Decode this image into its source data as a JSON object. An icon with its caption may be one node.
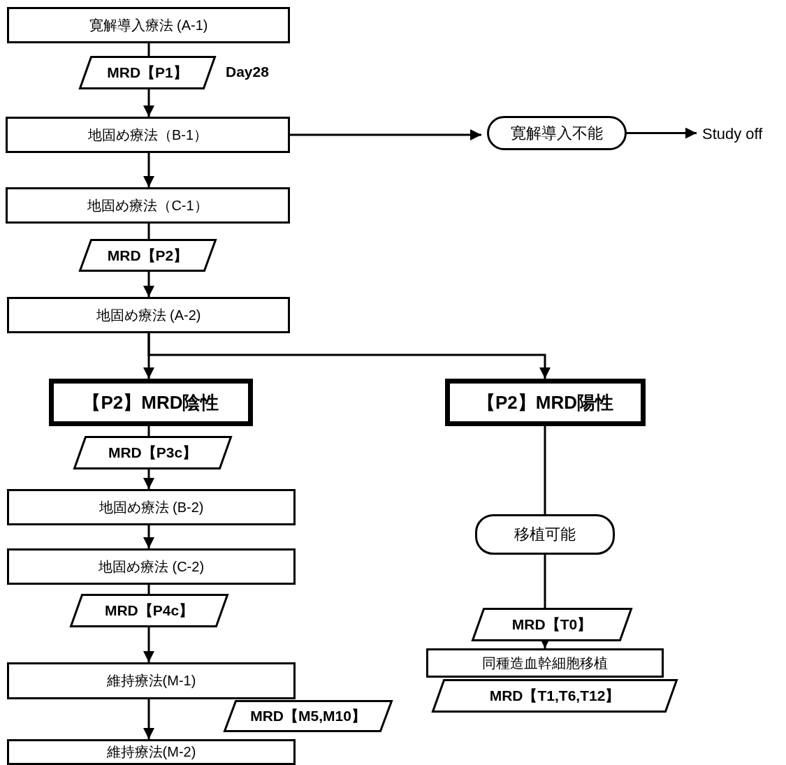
{
  "diagram": {
    "nodes": [
      {
        "text": [
          "寛解導入療法 (A-1)"
        ]
      },
      {
        "text": [
          "MRD【P1】"
        ],
        "beside": [
          "Day28"
        ]
      },
      {
        "text": [
          "地固め療法（B-1）"
        ]
      },
      {
        "text": [
          "寛解導入不能"
        ]
      },
      {
        "text": [
          "Study off"
        ]
      },
      {
        "text": [
          "地固め療法（C-1）"
        ]
      },
      {
        "text": [
          "MRD【P2】"
        ]
      },
      {
        "text": [
          "地固め療法 (A-2)"
        ]
      },
      {
        "text": [
          "【P2】MRD陰性"
        ]
      },
      {
        "text": [
          "【P2】MRD陽性"
        ]
      },
      {
        "text": [
          "MRD【P3c】"
        ]
      },
      {
        "text": [
          "地固め療法 (B-2)"
        ]
      },
      {
        "text": [
          "地固め療法 (C-2)"
        ]
      },
      {
        "text": [
          "MRD【P4c】"
        ]
      },
      {
        "text": [
          "維持療法(M-1)"
        ]
      },
      {
        "text": [
          "MRD【M5,M10】"
        ]
      },
      {
        "text": [
          "維持療法(M-2)"
        ]
      },
      {
        "text": [
          "移植可能"
        ]
      },
      {
        "text": [
          "MRD【T0】"
        ]
      },
      {
        "text": [
          "同種造血幹細胞移植"
        ]
      },
      {
        "text": [
          "MRD【T1,T6,T12】"
        ]
      }
    ],
    "edges": [
      {
        "from": 0,
        "to": 1,
        "arrow": "none"
      },
      {
        "from": 1,
        "to": 2,
        "arrow": "to"
      },
      {
        "from": 2,
        "to": 3,
        "arrow": "to"
      },
      {
        "from": 3,
        "to": 4,
        "arrow": "to"
      },
      {
        "from": 2,
        "to": 5,
        "arrow": "to"
      },
      {
        "from": 5,
        "to": 6,
        "arrow": "none"
      },
      {
        "from": 6,
        "to": 7,
        "arrow": "to"
      },
      {
        "from": 7,
        "to": 8,
        "arrow": "to"
      },
      {
        "from": 7,
        "to": 9,
        "arrow": "to"
      },
      {
        "from": 8,
        "to": 10,
        "arrow": "none"
      },
      {
        "from": 10,
        "to": 11,
        "arrow": "to"
      },
      {
        "from": 11,
        "to": 12,
        "arrow": "to"
      },
      {
        "from": 12,
        "to": 13,
        "arrow": "none"
      },
      {
        "from": 13,
        "to": 14,
        "arrow": "to"
      },
      {
        "from": 14,
        "to": 16,
        "arrow": "to"
      },
      {
        "from": 9,
        "to": 17,
        "arrow": "none"
      },
      {
        "from": 17,
        "to": 18,
        "arrow": "none"
      },
      {
        "from": 18,
        "to": 19,
        "arrow": "to"
      }
    ]
  }
}
